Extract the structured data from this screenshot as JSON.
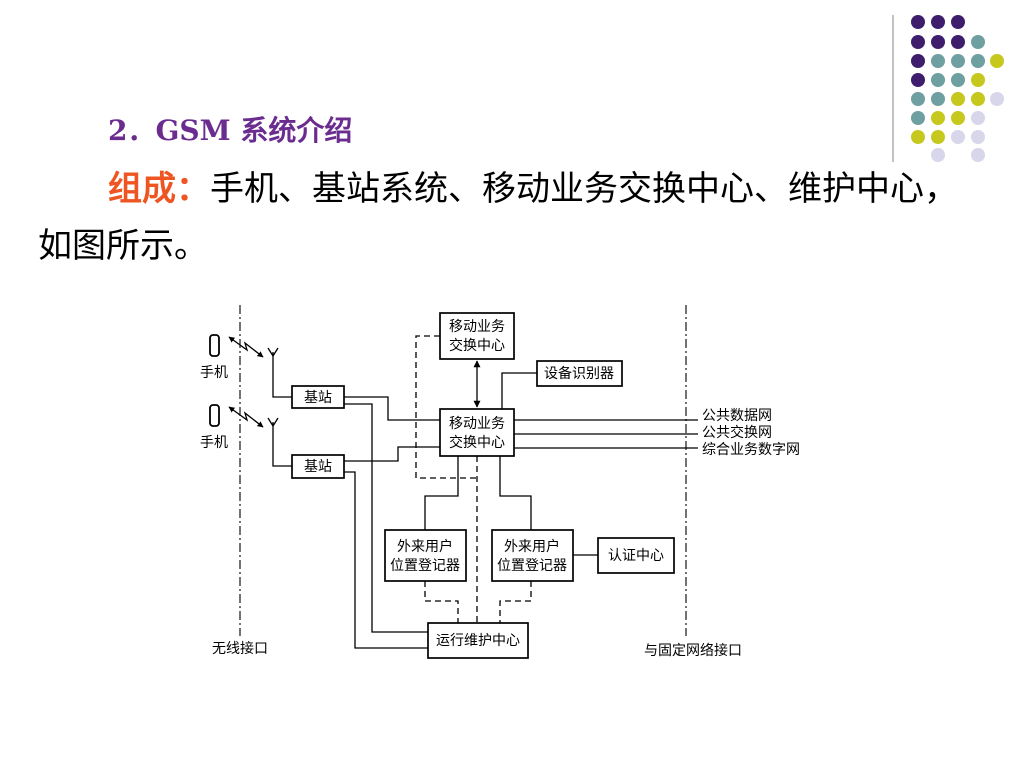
{
  "slide": {
    "title": "2．GSM 系统介绍",
    "intro_label": "组成：",
    "intro_text": "手机、基站系统、移动业务交换中心、维护中心，",
    "intro_text_cont": "如图所示。"
  },
  "diagram": {
    "phone_1": "手机",
    "phone_2": "手机",
    "base_station_1": "基站",
    "base_station_2": "基站",
    "msc_top": [
      "移动业务",
      "交换中心"
    ],
    "msc_main": [
      "移动业务",
      "交换中心"
    ],
    "equipment_register": "设备识别器",
    "vlr_1": [
      "外来用户",
      "位置登记器"
    ],
    "vlr_2": [
      "外来用户",
      "位置登记器"
    ],
    "auth_center": "认证中心",
    "maintenance_center": "运行维护中心",
    "networks": [
      "公共数据网",
      "公共交换网",
      "综合业务数字网"
    ],
    "air_interface_label": "无线接口",
    "fixed_interface_label": "与固定网络接口"
  },
  "colors": {
    "title": "#6b2c8f",
    "highlight": "#ee5522",
    "text": "#000000",
    "line": "#000000",
    "decor_purple": "#3f1d6d",
    "decor_teal": "#6e9fa1",
    "decor_yellow": "#c7c81e",
    "decor_lavender": "#d7d6ea",
    "decor_rule": "#9a9a9a"
  }
}
